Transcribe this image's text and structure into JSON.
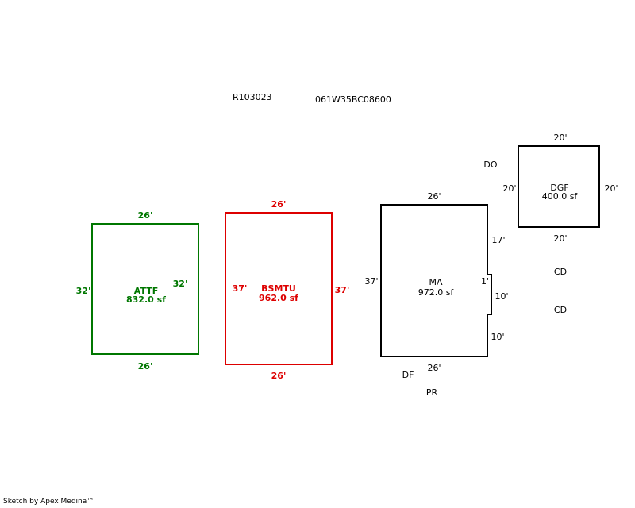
{
  "header": {
    "account": "R103023",
    "map_tax_lot": "061W35BC08600"
  },
  "colors": {
    "attf": "#007700",
    "bsmtu": "#dd0000",
    "default": "#000000"
  },
  "areas": {
    "attf": {
      "code": "ATTF",
      "area": "832.0 sf",
      "top": "26'",
      "bottom": "26'",
      "left": "32'",
      "right": "32'"
    },
    "bsmtu": {
      "code": "BSMTU",
      "area": "962.0 sf",
      "top": "26'",
      "bottom": "26'",
      "left": "37'",
      "right": "37'"
    },
    "ma": {
      "code": "MA",
      "area": "972.0 sf",
      "top": "26'",
      "bottom": "26'",
      "left": "37'",
      "right_upper": "17'",
      "jog": "1'",
      "right_mid": "10'",
      "right_lower": "10'"
    },
    "dgf": {
      "code": "DGF",
      "area": "400.0 sf",
      "top": "20'",
      "bottom": "20'",
      "left": "20'",
      "right": "20'"
    }
  },
  "labels": {
    "do": "DO",
    "cd1": "CD",
    "cd2": "CD",
    "df": "DF",
    "pr": "PR"
  },
  "footer": "Sketch by Apex Medina™"
}
